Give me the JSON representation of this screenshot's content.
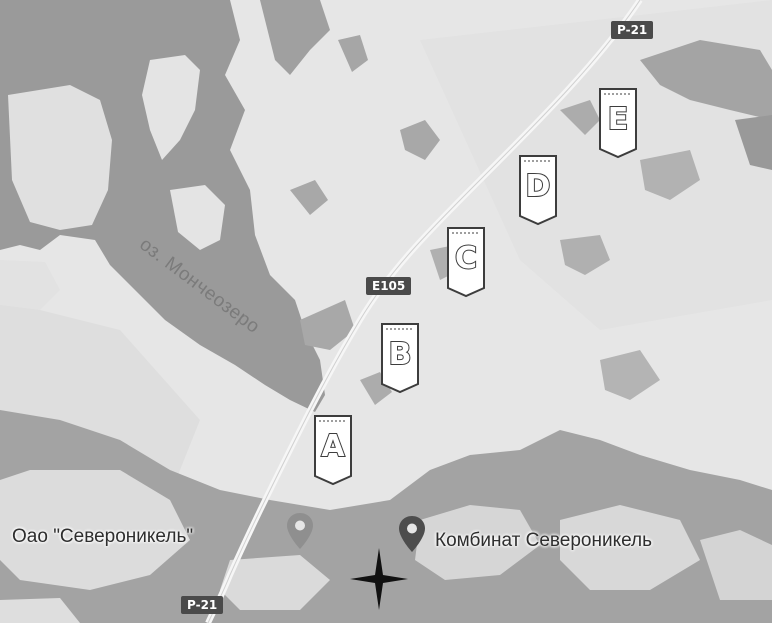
{
  "map": {
    "lake_label": "оз. Мончеозеро",
    "road_shields": {
      "top": "P-21",
      "middle": "E105",
      "bottom": "P-21"
    },
    "markers": [
      {
        "id": "a",
        "letter": "A"
      },
      {
        "id": "b",
        "letter": "B"
      },
      {
        "id": "c",
        "letter": "C"
      },
      {
        "id": "d",
        "letter": "D"
      },
      {
        "id": "e",
        "letter": "E"
      }
    ],
    "places": {
      "oao": "Оао \"Североникель\"",
      "kombinat": "Комбинат Североникель"
    },
    "colors": {
      "land": "#e6e6e6",
      "water": "#9a9a9a",
      "road": "#f4f4f4",
      "pin_light": "#8f8f8f",
      "pin_dark": "#4d4d4d",
      "shield": "#4a4a4a"
    },
    "icons": {
      "marker": "bookmark-flag-icon",
      "place": "map-pin-icon",
      "center": "four-point-star-icon"
    }
  }
}
